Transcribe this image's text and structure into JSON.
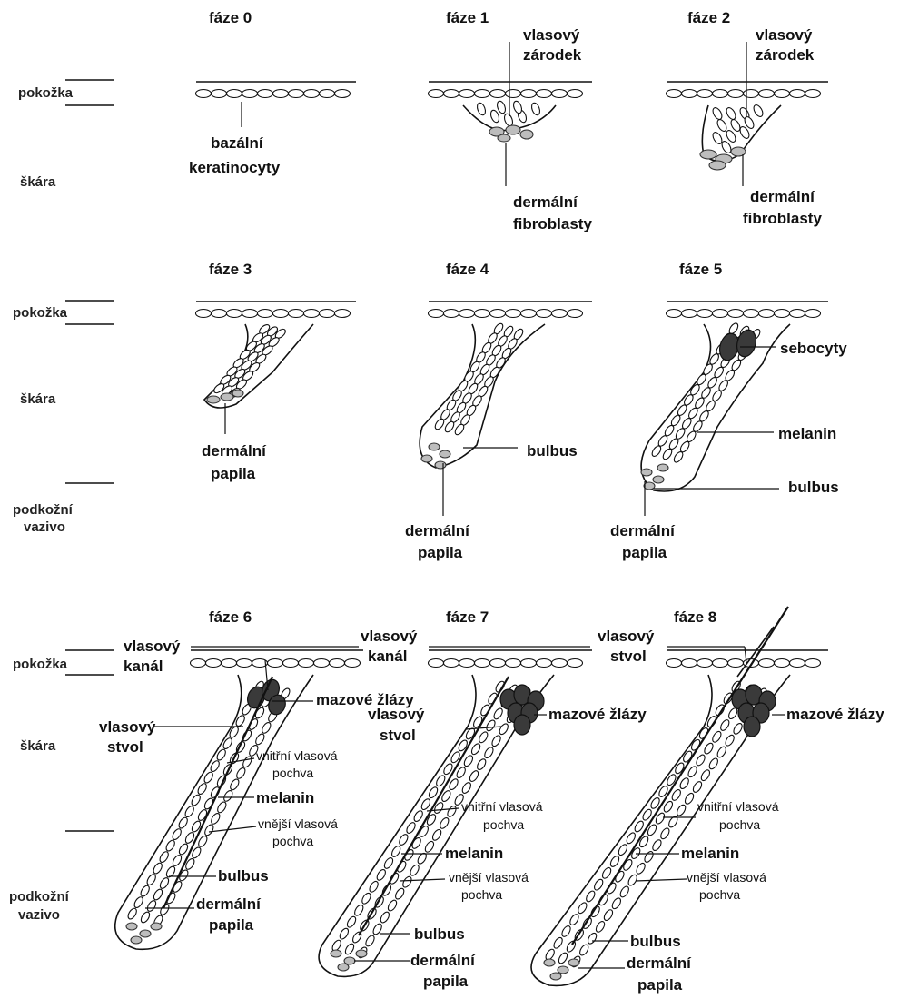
{
  "colors": {
    "ink": "#111111",
    "fibroblast": "#bdbdbd",
    "sebocyte": "#3a3a3a",
    "background": "#ffffff"
  },
  "stages": [
    "fáze 0",
    "fáze 1",
    "fáze 2",
    "fáze 3",
    "fáze 4",
    "fáze 5",
    "fáze 6",
    "fáze 7",
    "fáze 8"
  ],
  "layers": {
    "epidermis": "pokožka",
    "dermis": "škára",
    "subcutis_1": "podkožní",
    "subcutis_2": "vazivo"
  },
  "labels": {
    "basal_1": "bazální",
    "basal_2": "keratinocyty",
    "germ_1": "vlasový",
    "germ_2": "zárodek",
    "dermal": "dermální",
    "fibroblasts": "fibroblasty",
    "papilla": "papila",
    "bulb": "bulbus",
    "sebocytes": "sebocyty",
    "melanin": "melanin",
    "canal_1": "vlasový",
    "canal_2": "kanál",
    "shaft_1": "vlasový",
    "shaft_2": "stvol",
    "glands": "mazové žlázy",
    "irs_1": "vnitřní vlasová",
    "irs_2": "pochva",
    "ors_1": "vnější vlasová",
    "ors_2": "pochva"
  }
}
